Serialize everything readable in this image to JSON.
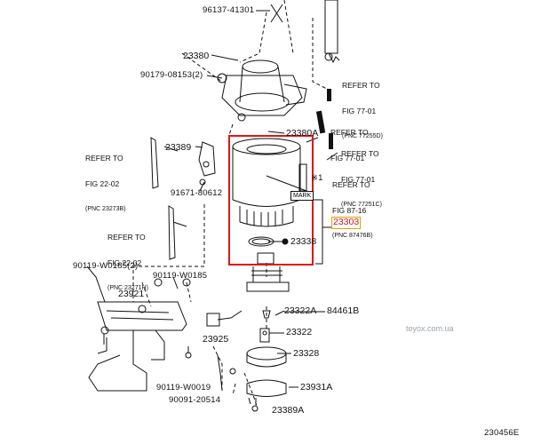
{
  "labels": {
    "p96137": "96137-41301",
    "p23380": "23380",
    "p90179": "90179-08153(2)",
    "p23380A": "23380A",
    "p23389": "23389",
    "p91671": "91671-80612",
    "p23303": "23303",
    "p23338": "23338",
    "p90119a": "90119-W0185(2)",
    "p90119b": "90119-W0185",
    "p23921": "23921",
    "p23322A": "23322A",
    "p84461B": "84461B",
    "p23322": "23322",
    "p23925": "23925",
    "p23328": "23328",
    "p90119c": "90119-W0019",
    "p90091": "90091-20514",
    "p23931A": "23931A",
    "p23389A": "23389A",
    "x1": "※1",
    "mark": "MARK"
  },
  "refs": [
    {
      "line1": "REFER TO",
      "line2": "FIG 77-01",
      "pnc": "(PNC 77255D)"
    },
    {
      "line1": "REFER TO",
      "line2": "FIG 77-01",
      "pnc": ""
    },
    {
      "line1": "REFER TO",
      "line2": "FIG 77-01",
      "pnc": "(PNC 77251C)"
    },
    {
      "line1": "REFER TO",
      "line2": "FIG 87-16",
      "pnc": "(PNC 87476B)"
    },
    {
      "line1": "REFER TO",
      "line2": "FIG 22-02",
      "pnc": "(PNC 23273B)"
    },
    {
      "line1": "REFER TO",
      "line2": "FIG 22-02",
      "pnc": "(PNC 23271H)"
    }
  ],
  "watermark": "toyox.com.ua",
  "figure_code": "230456E",
  "colors": {
    "highlight_box": "#e01616",
    "label_highlight": "#d21414",
    "line": "#111111"
  }
}
